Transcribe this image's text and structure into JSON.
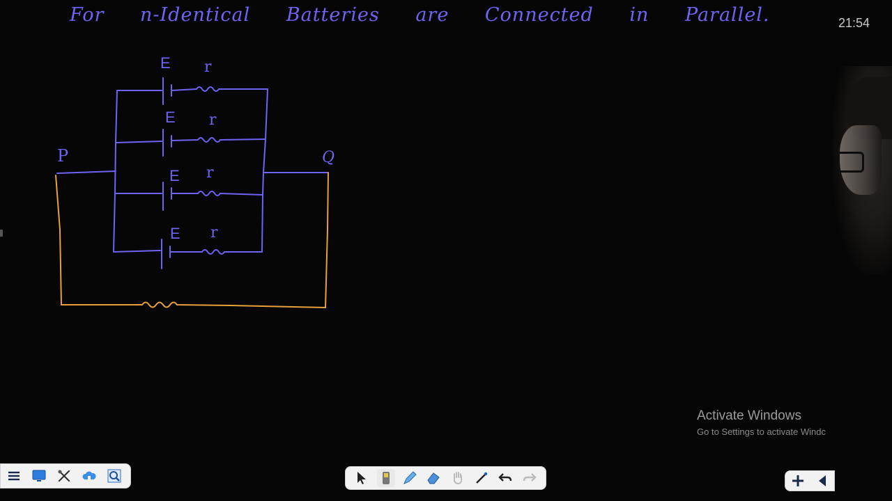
{
  "board": {
    "title": "For n-Identical Batteries are Connected in Parallel.",
    "labels": {
      "point_p": "P",
      "point_q": "Q",
      "emf": "E",
      "internal_resistance": "r"
    }
  },
  "clock": {
    "time": "21:54"
  },
  "watermark": {
    "title": "Activate Windows",
    "subtitle": "Go to Settings to activate Windc"
  },
  "colors": {
    "ink_blue": "#6f63f2",
    "ink_orange": "#e8a03a",
    "background": "#060606"
  },
  "toolbar_left": {
    "items": [
      "menu-icon",
      "screen-icon",
      "tools-icon",
      "cloud-icon",
      "magnifier-icon"
    ]
  },
  "toolbar_center": {
    "items": [
      "select-arrow-icon",
      "pen-holder-icon",
      "pen-icon",
      "eraser-icon",
      "hand-icon",
      "laser-icon",
      "undo-icon",
      "redo-icon"
    ]
  },
  "toolbar_right": {
    "items": [
      "add-page-icon",
      "collapse-left-icon"
    ]
  }
}
